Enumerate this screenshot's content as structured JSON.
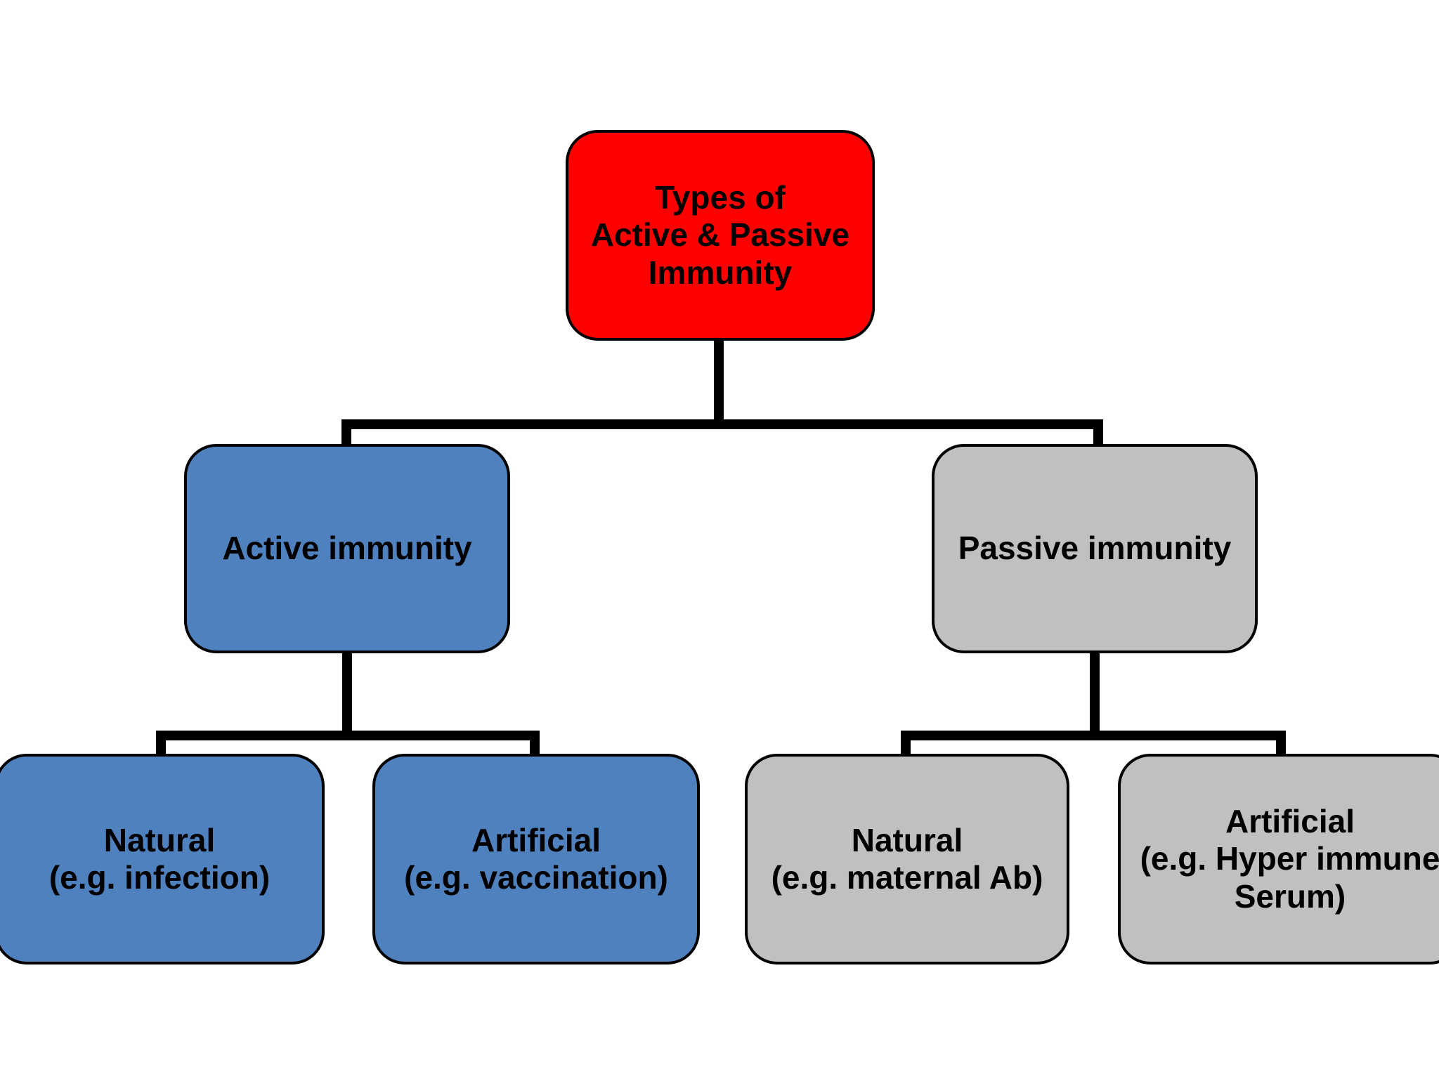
{
  "diagram": {
    "type": "hierarchy-flowchart",
    "background_color": "#ffffff",
    "colors": {
      "root": "#ff0000",
      "active_branch": "#4e81be",
      "passive_branch": "#c0c0c0",
      "outline": "#000000",
      "text": "#000000"
    },
    "nodes": {
      "root": {
        "line1": "Types of",
        "line2": "Active & Passive",
        "line3": "Immunity",
        "color": "#ff0000"
      },
      "active": {
        "line1": "Active immunity",
        "color": "#4e81be"
      },
      "passive": {
        "line1": "Passive immunity",
        "color": "#c0c0c0"
      },
      "active_natural": {
        "line1": "Natural",
        "line2": "(e.g. infection)",
        "color": "#4e81be"
      },
      "active_artificial": {
        "line1": "Artificial",
        "line2": "(e.g. vaccination)",
        "color": "#4e81be"
      },
      "passive_natural": {
        "line1": "Natural",
        "line2": "(e.g. maternal Ab)",
        "color": "#c0c0c0"
      },
      "passive_artificial": {
        "line1": "Artificial",
        "line2": "(e.g. Hyper immune",
        "line3": "Serum)",
        "color": "#c0c0c0"
      }
    }
  }
}
